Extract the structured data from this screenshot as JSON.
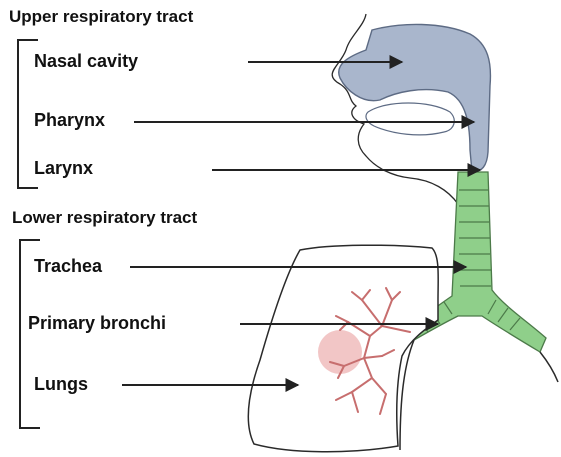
{
  "colors": {
    "upper_tract": "#a9b6cc",
    "trachea": "#8fcf8a",
    "bronchial_tree": "#c76e6e",
    "heart_blush": "#f2c6c6",
    "outline": "#2a2a2a",
    "arrow": "#222222"
  },
  "groups": {
    "upper": {
      "title": "Upper respiratory tract",
      "items": [
        "Nasal cavity",
        "Pharynx",
        "Larynx"
      ]
    },
    "lower": {
      "title": "Lower respiratory tract",
      "items": [
        "Trachea",
        "Primary bronchi",
        "Lungs"
      ]
    }
  }
}
